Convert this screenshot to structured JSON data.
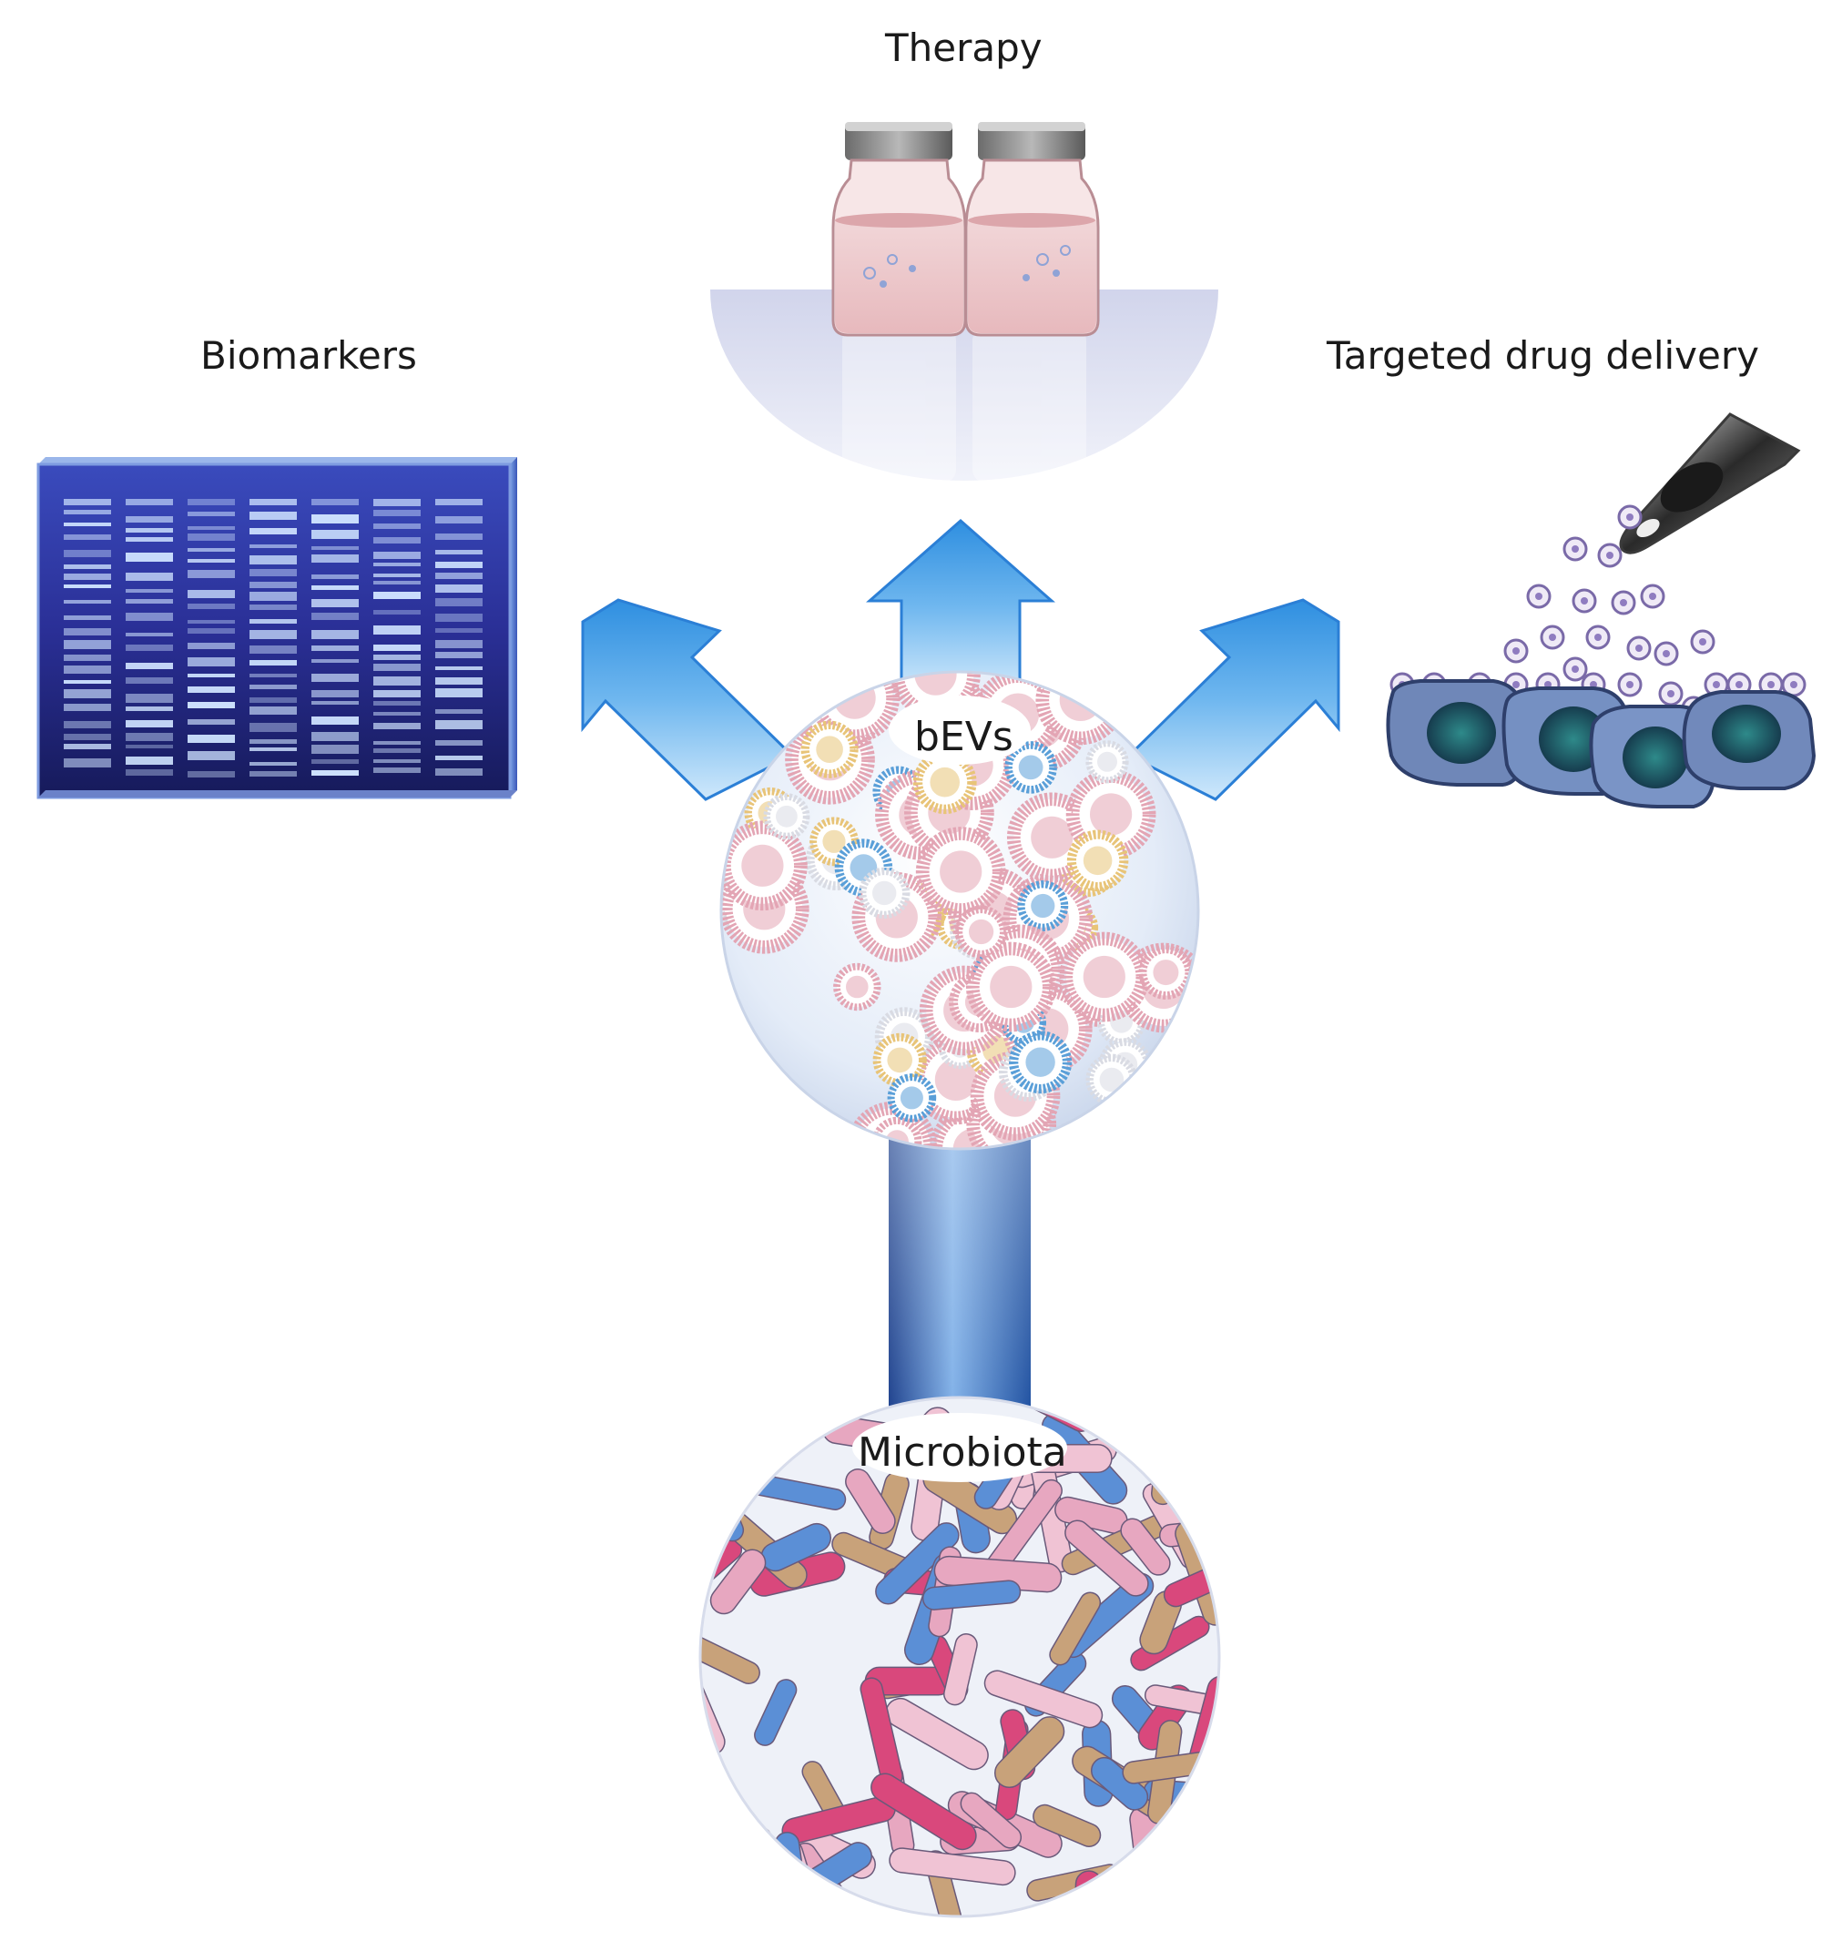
{
  "labels": {
    "therapy": "Therapy",
    "biomarkers": "Biomarkers",
    "targeted_drug_delivery": "Targeted drug delivery",
    "bevs": "bEVs",
    "microbiota": "Microbiota"
  },
  "colors": {
    "arrow_blue": "#2f8fe0",
    "arrow_dark": "#1f4f9a",
    "vesicle_pink": "#e3a5b4",
    "vesicle_blue": "#5a9fd8",
    "vesicle_yellow": "#e8c478",
    "gel_dark": "#1c1f6b",
    "bacteria_pink": "#d9487c",
    "bacteria_blue": "#5b8fd6",
    "bacteria_tan": "#c8a27a",
    "cell_blue": "#6f87b8",
    "cell_nucleus": "#1e4a55"
  },
  "icons": {
    "therapy": "vial-icon",
    "biomarkers": "gel-electrophoresis-icon",
    "targeted_drug_delivery": "syringe-needle-icon",
    "bevs": "vesicle-cluster-icon",
    "microbiota": "bacteria-cluster-icon"
  }
}
